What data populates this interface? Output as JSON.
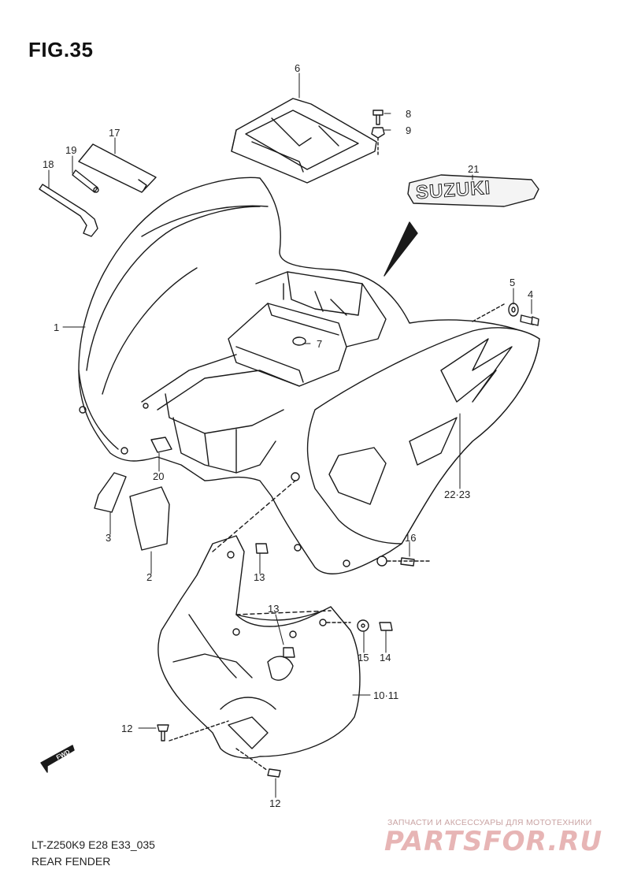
{
  "figure": {
    "title": "FIG.35",
    "code": "LT-Z250K9 E28 E33_035",
    "name": "REAR FENDER"
  },
  "decal_text": "SUZUKI",
  "fwd_label": "FWD",
  "callouts": {
    "c1": "1",
    "c2": "2",
    "c3": "3",
    "c4": "4",
    "c5": "5",
    "c6": "6",
    "c7": "7",
    "c8": "8",
    "c9": "9",
    "c10_11": "10·11",
    "c12a": "12",
    "c12b": "12",
    "c13a": "13",
    "c13b": "13",
    "c14": "14",
    "c15": "15",
    "c16": "16",
    "c17": "17",
    "c18": "18",
    "c19": "19",
    "c20": "20",
    "c21": "21",
    "c22_23": "22·23"
  },
  "watermark": {
    "tagline": "ЗАПЧАСТИ И АКСЕССУАРЫ ДЛЯ МОТОТЕХНИКИ",
    "logo": "PARTSFOR.RU"
  }
}
